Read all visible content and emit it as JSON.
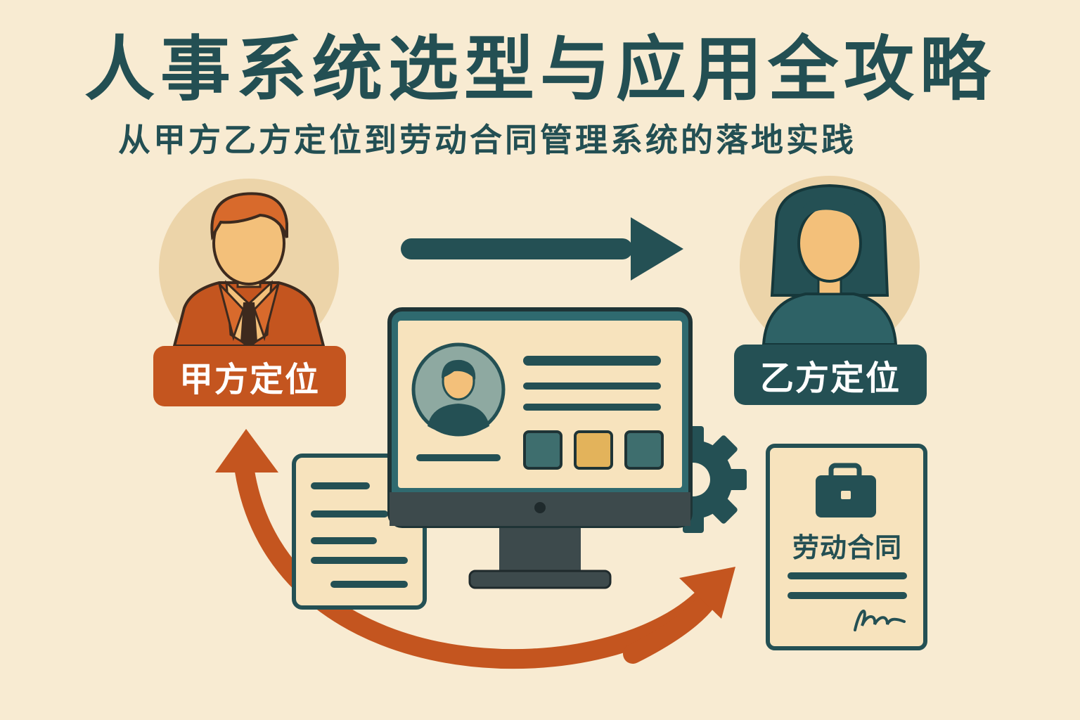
{
  "header": {
    "title": "人事系统选型与应用全攻略",
    "subtitle": "从甲方乙方定位到劳动合同管理系统的落地实践"
  },
  "roles": {
    "party_a_label": "甲方定位",
    "party_b_label": "乙方定位"
  },
  "contract": {
    "title": "劳动合同"
  },
  "colors": {
    "background": "#f8ebd2",
    "teal": "#245054",
    "orange": "#c4551f",
    "yellow": "#e3b35b",
    "circle": "#ecd4a9"
  }
}
